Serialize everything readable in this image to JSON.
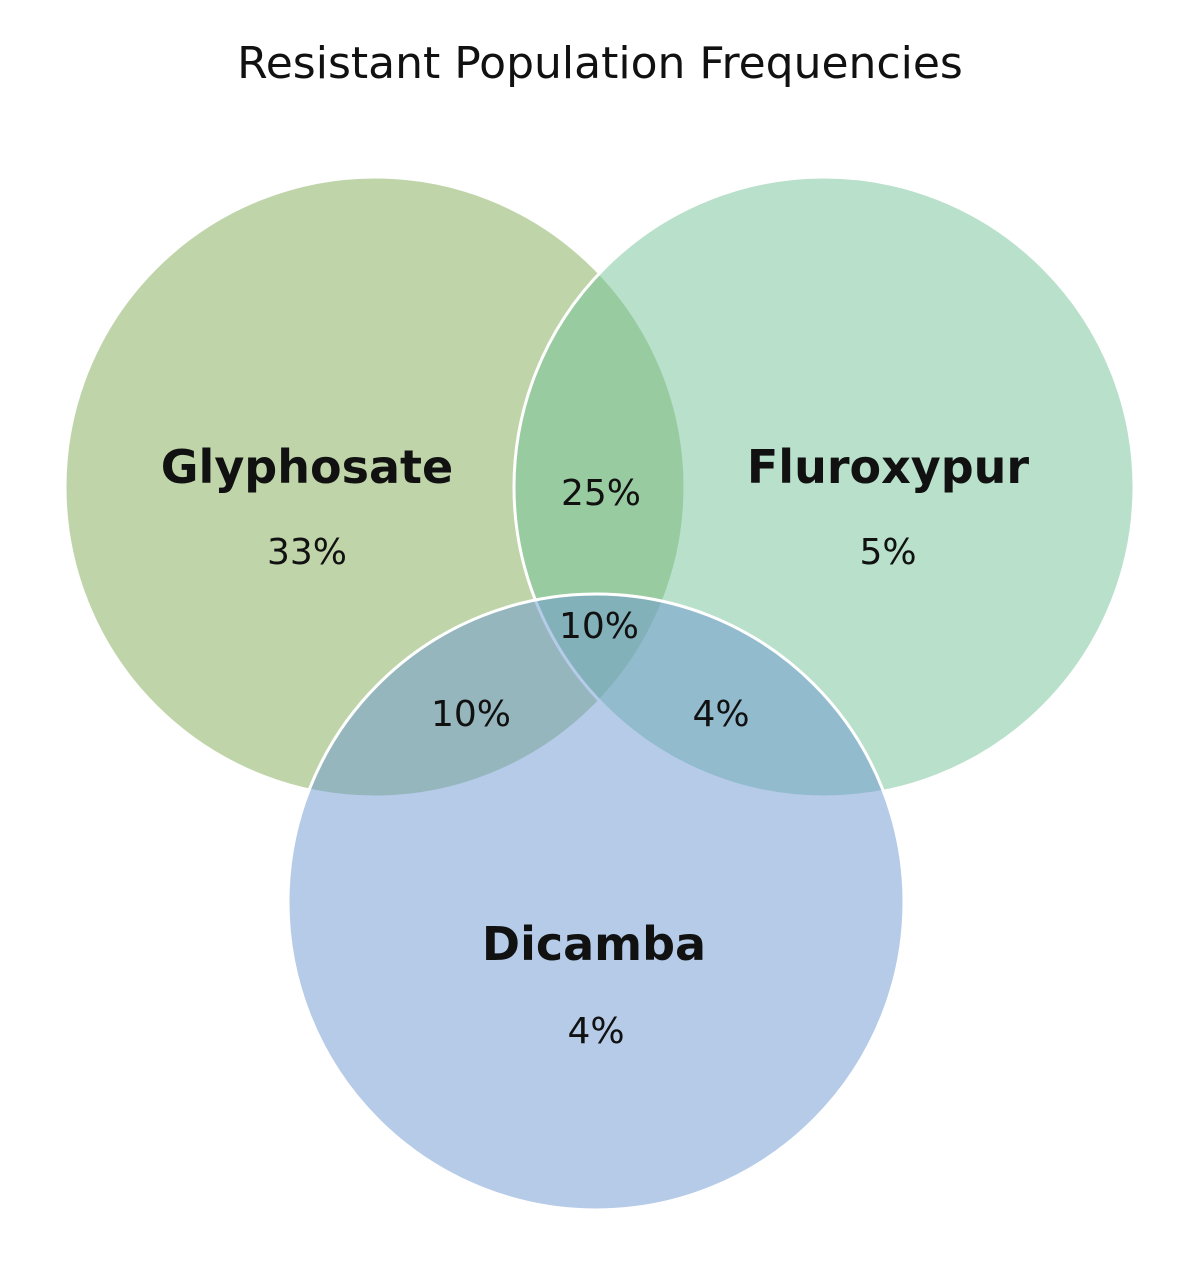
{
  "chart_data": {
    "type": "venn",
    "title": "Resistant Population Frequencies",
    "sets": [
      {
        "name": "Glyphosate",
        "only": "33%",
        "color": "#7fab53"
      },
      {
        "name": "Fluroxypur",
        "only": "5%",
        "color": "#71c197"
      },
      {
        "name": "Dicamba",
        "only": "4%",
        "color": "#6b97d1"
      }
    ],
    "intersections": {
      "glyphosate_fluroxypur": "25%",
      "glyphosate_dicamba": "10%",
      "fluroxypur_dicamba": "4%",
      "all_three": "10%"
    }
  }
}
